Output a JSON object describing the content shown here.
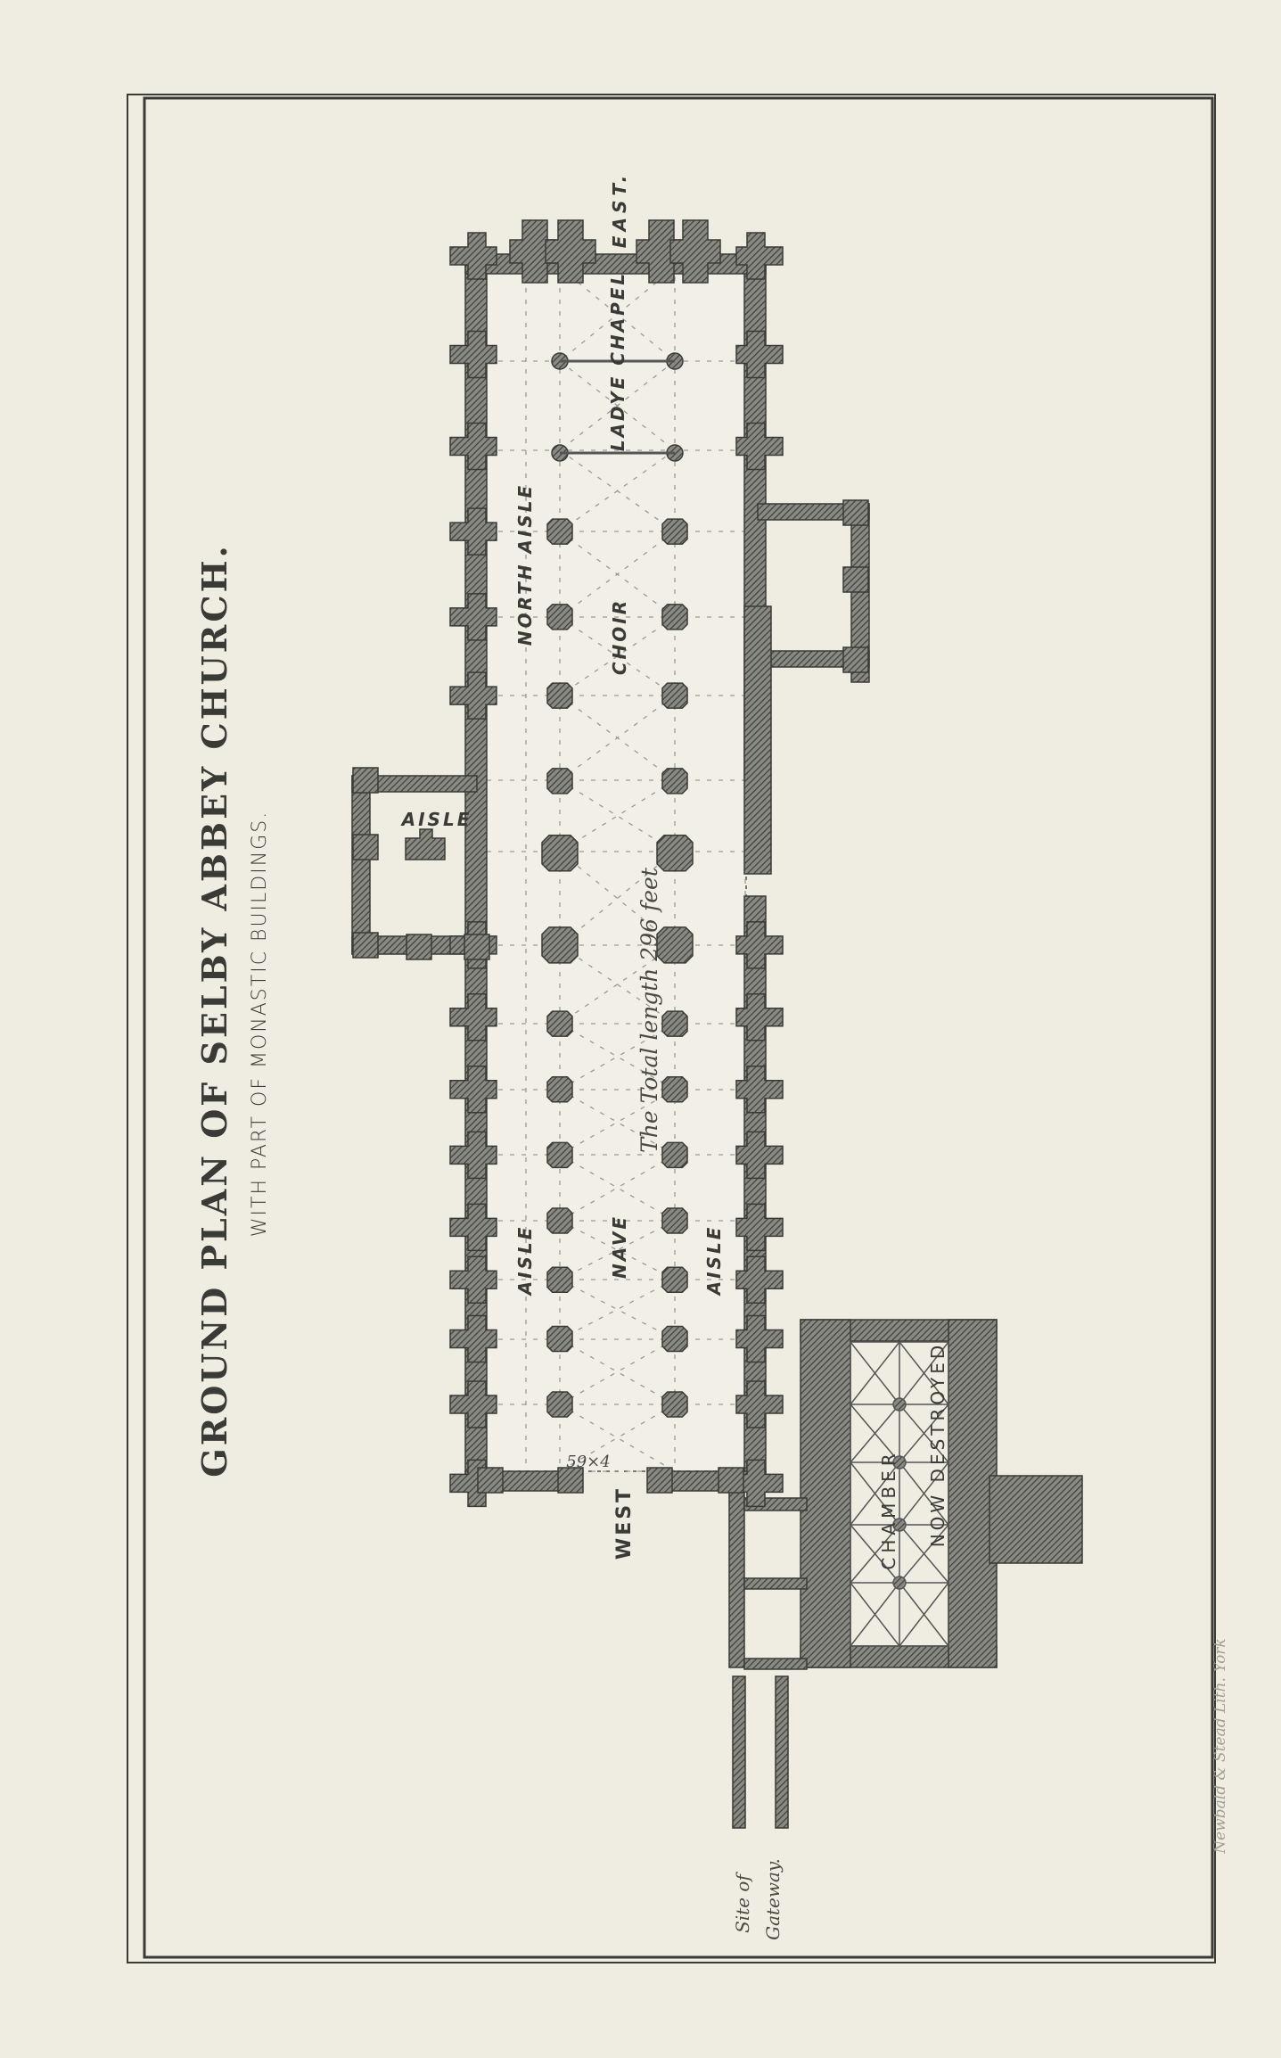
{
  "title": "GROUND PLAN OF SELBY ABBEY CHURCH.",
  "subtitle": "WITH PART OF MONASTIC BUILDINGS.",
  "labels": {
    "east": "EAST.",
    "ladye_chapel": "LADYE CHAPEL",
    "north_aisle": "NORTH AISLE",
    "choir": "CHOIR",
    "transept_aisle": "AISLE",
    "total_length": "The Total length 296 feet",
    "nave_aisle_north": "AISLE",
    "nave": "NAVE",
    "nave_aisle_south": "AISLE",
    "west_dimension": "59×4",
    "west": "WEST",
    "chamber": "CHAMBER",
    "now_destroyed": "NOW DESTROYED",
    "site_of": "Site of",
    "gateway": "Gateway."
  },
  "credit": "Newbald & Stead Lith. York",
  "colors": {
    "paper": "#efede2",
    "ink": "#3a3a36",
    "hatch": "#5a5a55"
  }
}
